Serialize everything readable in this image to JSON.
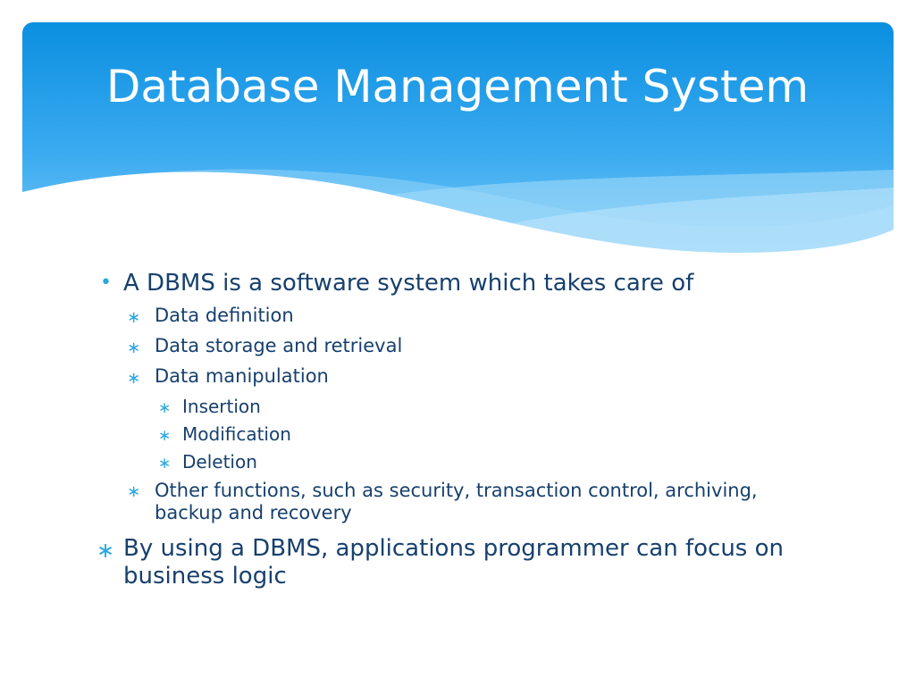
{
  "slide": {
    "title": "Database Management System",
    "colors": {
      "header_top": "#0a91e2",
      "header_bottom": "#6ac4f4",
      "text": "#17406d",
      "bullet": "#29a8e0"
    },
    "bullets": {
      "b1": {
        "text": "A DBMS is a software system which takes care of",
        "marker": "•"
      },
      "b1_1": {
        "text": "Data definition",
        "marker": "∗"
      },
      "b1_2": {
        "text": "Data storage and retrieval",
        "marker": "∗"
      },
      "b1_3": {
        "text": "Data manipulation",
        "marker": "∗"
      },
      "b1_3_1": {
        "text": "Insertion",
        "marker": "∗"
      },
      "b1_3_2": {
        "text": "Modification",
        "marker": "∗"
      },
      "b1_3_3": {
        "text": "Deletion",
        "marker": "∗"
      },
      "b1_4": {
        "text": "Other functions, such as security, transaction control, archiving, backup and recovery",
        "marker": "∗"
      },
      "b2": {
        "text": "By using a DBMS, applications programmer can focus on business logic",
        "marker": "∗"
      }
    }
  }
}
